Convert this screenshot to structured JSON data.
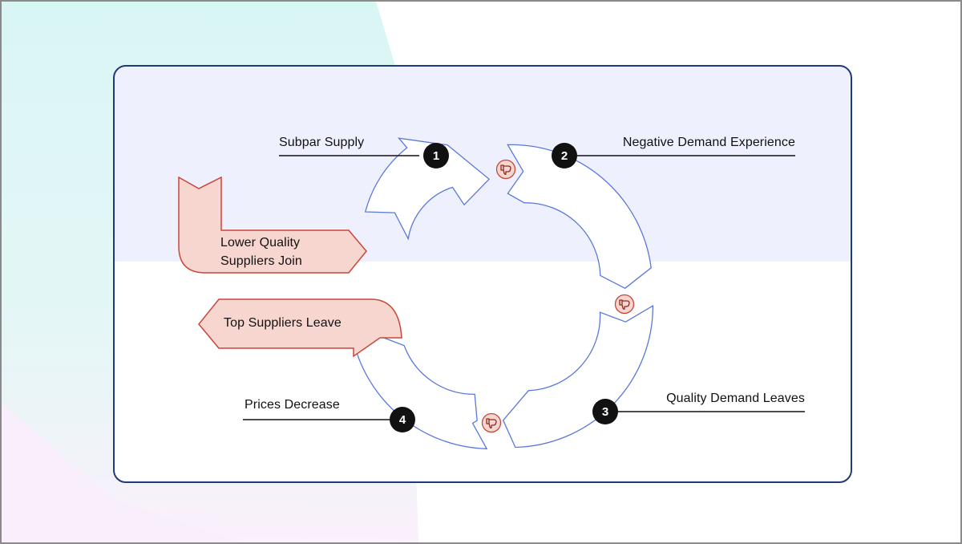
{
  "steps": [
    {
      "number": "1",
      "label": "Subpar Supply"
    },
    {
      "number": "2",
      "label": "Negative Demand Experience"
    },
    {
      "number": "3",
      "label": "Quality Demand Leaves"
    },
    {
      "number": "4",
      "label": "Prices Decrease"
    }
  ],
  "side_effects": {
    "join": "Lower Quality Suppliers Join",
    "leave": "Top Suppliers Leave"
  },
  "colors": {
    "cycle_stroke": "#5a78d8",
    "callout_fill": "#f7d6d0",
    "callout_stroke": "#c8473a",
    "card_border": "#1f3a7a",
    "card_top_band": "#eef0fd",
    "step_badge": "#111111"
  },
  "icons": [
    "thumbs-down-icon",
    "thumbs-down-icon",
    "thumbs-down-icon"
  ]
}
